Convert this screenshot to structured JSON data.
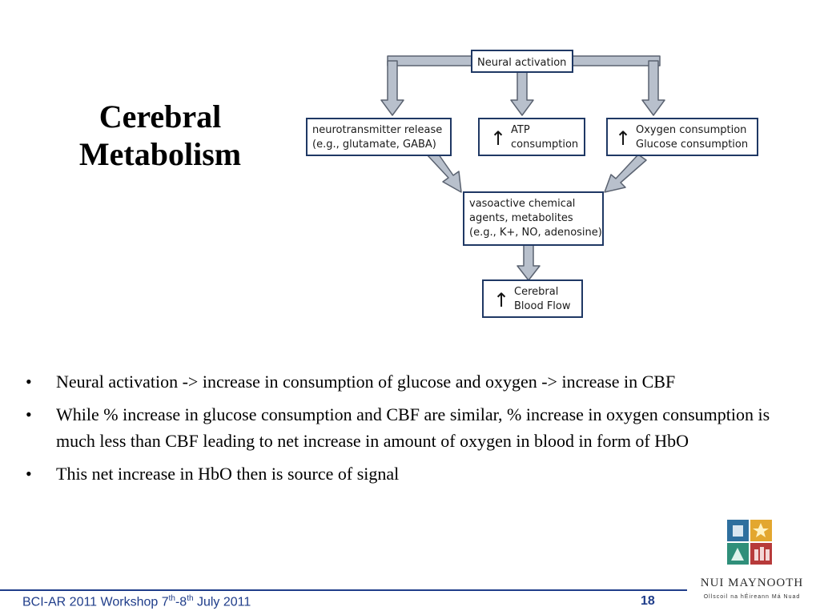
{
  "slide": {
    "title_line1": "Cerebral",
    "title_line2": "Metabolism"
  },
  "diagram": {
    "top": "Neural activation",
    "left_line1": "neurotransmitter release",
    "left_line2": "(e.g., glutamate, GABA)",
    "middle_line1": "ATP",
    "middle_line2": "consumption",
    "right_line1": "Oxygen consumption",
    "right_line2": "Glucose consumption",
    "vaso_line1": "vasoactive chemical",
    "vaso_line2": "agents, metabolites",
    "vaso_line3": "(e.g., K+, NO, adenosine)",
    "bottom_line1": "Cerebral",
    "bottom_line2": "Blood Flow",
    "increase_symbol": "↑"
  },
  "bullets": [
    "Neural activation -> increase in consumption of glucose and oxygen -> increase in CBF",
    "While % increase in glucose consumption and CBF are similar, % increase in oxygen consumption is much less than CBF leading to net increase in amount of oxygen in blood in form of HbO",
    "This net increase in HbO then is source of signal"
  ],
  "bullet_symbol": "•",
  "footer": {
    "prefix": "BCI-AR 2011 Workshop 7",
    "sup1": "th",
    "middle": "-8",
    "sup2": "th",
    "suffix": " July 2011",
    "page": "18"
  },
  "logo": {
    "name": "NUI MAYNOOTH",
    "subtitle": "Ollscoil na hÉireann Má Nuad"
  },
  "colors": {
    "footer": "#1f3d8a",
    "box_border": "#1f3864",
    "arrow_fill": "#b8c0cc",
    "arrow_stroke": "#5a6270"
  }
}
